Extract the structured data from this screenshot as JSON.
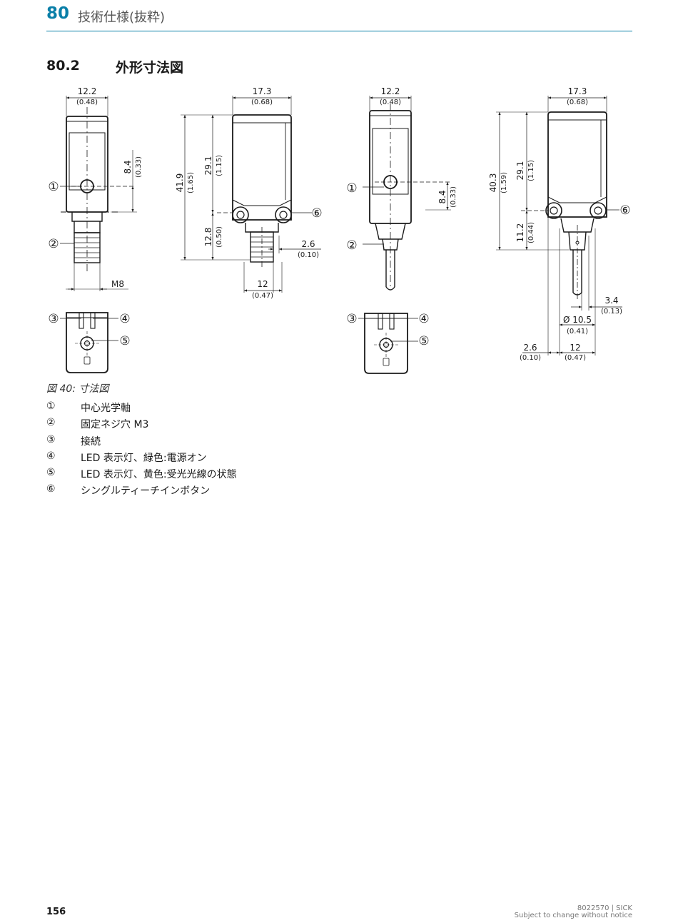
{
  "header": {
    "chapter_number": "80",
    "chapter_title": "技術仕様(抜粋)"
  },
  "section": {
    "number": "80.2",
    "title": "外形寸法図"
  },
  "drawing": {
    "callouts": {
      "c1": "①",
      "c2": "②",
      "c3": "③",
      "c4": "④",
      "c5": "⑤",
      "c6": "⑥"
    },
    "view1": {
      "width": "12.2",
      "width_in": "(0.48)",
      "axis": "8.4",
      "axis_in": "(0.33)",
      "thread": "M8"
    },
    "view2": {
      "width": "17.3",
      "width_in": "(0.68)",
      "total_h": "41.9",
      "total_h_in": "(1.65)",
      "body_h": "29.1",
      "body_h_in": "(1.15)",
      "lower_h": "12.8",
      "lower_h_in": "(0.50)",
      "offset": "2.6",
      "offset_in": "(0.10)",
      "base_w": "12",
      "base_w_in": "(0.47)"
    },
    "view3": {
      "width": "12.2",
      "width_in": "(0.48)",
      "axis": "8.4",
      "axis_in": "(0.33)"
    },
    "view4": {
      "width": "17.3",
      "width_in": "(0.68)",
      "total_h": "40.3",
      "total_h_in": "(1.59)",
      "body_h": "29.1",
      "body_h_in": "(1.15)",
      "lower_h": "11.2",
      "lower_h_in": "(0.44)",
      "cable_gap": "3.4",
      "cable_gap_in": "(0.13)",
      "diameter": "Ø 10.5",
      "diameter_in": "(0.41)",
      "offset": "2.6",
      "offset_in": "(0.10)",
      "base_w": "12",
      "base_w_in": "(0.47)"
    }
  },
  "figure_caption": "図 40: 寸法図",
  "legend": [
    {
      "num": "①",
      "text": "中心光学軸"
    },
    {
      "num": "②",
      "text": "固定ネジ穴 M3"
    },
    {
      "num": "③",
      "text": "接続"
    },
    {
      "num": "④",
      "text": "LED 表示灯、緑色:電源オン"
    },
    {
      "num": "⑤",
      "text": "LED 表示灯、黄色:受光光線の状態"
    },
    {
      "num": "⑥",
      "text": "シングルティーチインボタン"
    }
  ],
  "footer": {
    "page": "156",
    "doc_id": "8022570 | SICK",
    "notice": "Subject to change without notice"
  }
}
